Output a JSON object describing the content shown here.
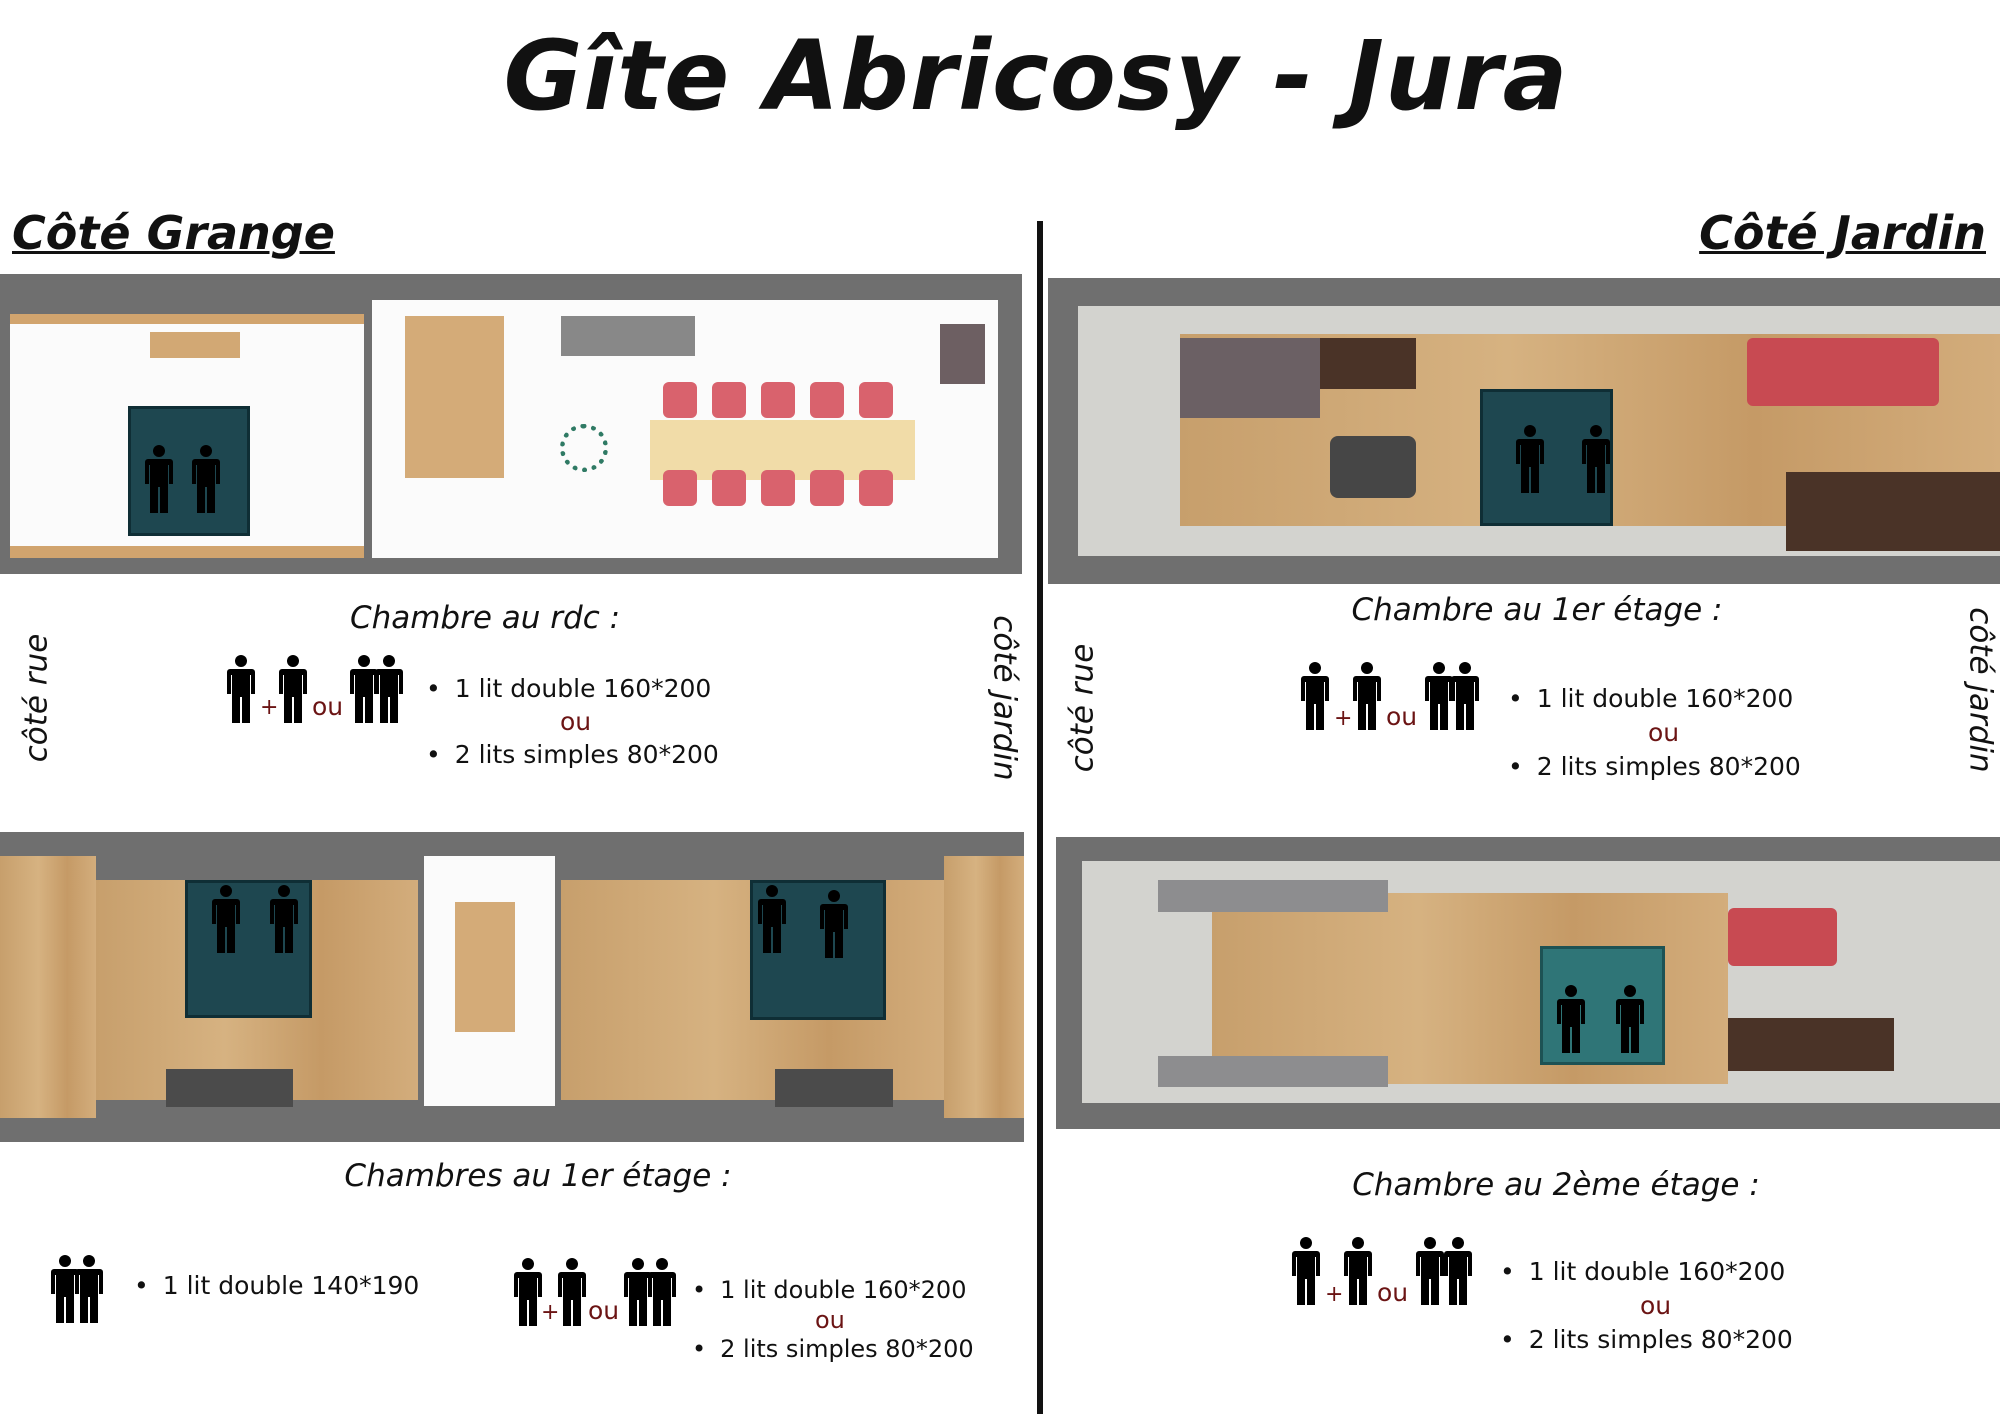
{
  "title": "Gîte Abricosy - Jura",
  "sections": {
    "left_title": "Côté Grange",
    "right_title": "Côté Jardin"
  },
  "orientation": {
    "street": "côté rue",
    "garden": "côté jardin"
  },
  "rooms": {
    "grange_rdc": {
      "caption": "Chambre au rdc :",
      "plus": "+",
      "or_icons": "ou",
      "bed1": "1 lit double 160*200",
      "or": "ou",
      "bed2": "2 lits simples 80*200"
    },
    "grange_1er": {
      "caption": "Chambres au 1er étage  :",
      "room_a_bed": "1 lit double 140*190",
      "plus": "+",
      "or_icons": "ou",
      "bed1": "1 lit double 160*200",
      "or": "ou",
      "bed2": "2 lits simples 80*200"
    },
    "jardin_1er": {
      "caption": "Chambre au 1er étage :",
      "plus": "+",
      "or_icons": "ou",
      "bed1": "1 lit double 160*200",
      "or": "ou",
      "bed2": "2 lits simples 80*200"
    },
    "jardin_2eme": {
      "caption": "Chambre au 2ème étage :",
      "plus": "+",
      "or_icons": "ou",
      "bed1": "1 lit double 160*200",
      "or": "ou",
      "bed2": "2 lits simples 80*200"
    }
  },
  "colors": {
    "text": "#111111",
    "or_accent": "#6b1414",
    "wall": "#6f6f6f",
    "bed": "#1e4750"
  }
}
